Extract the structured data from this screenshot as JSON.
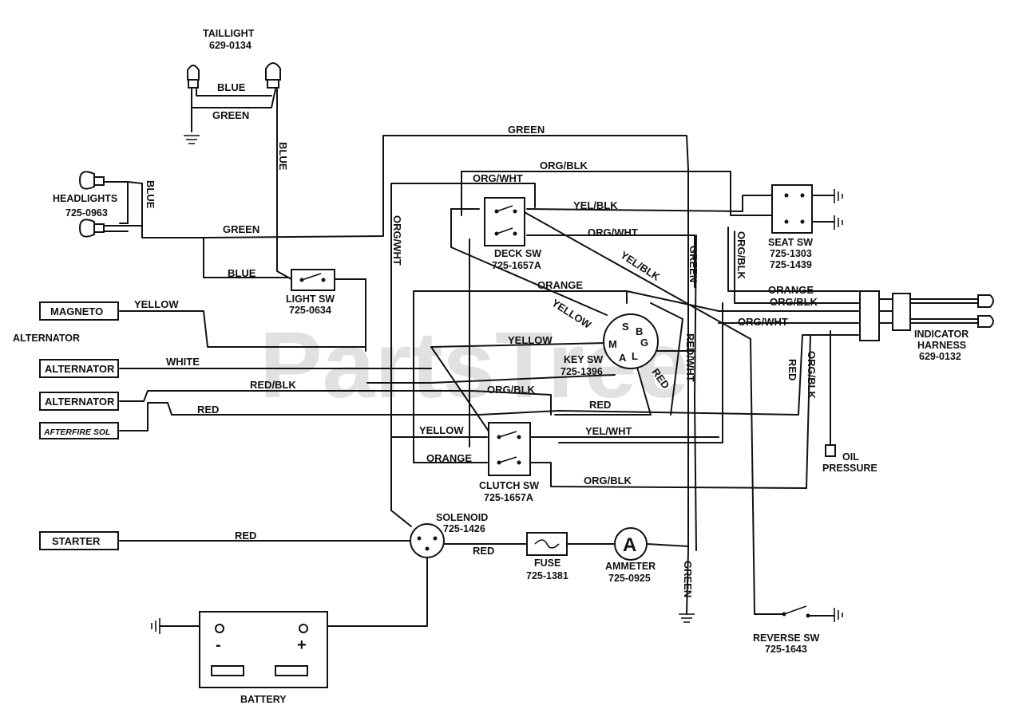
{
  "watermark": "PartsTree",
  "components": {
    "taillight": {
      "name": "TAILLIGHT",
      "pn": "629-0134"
    },
    "headlights": {
      "name": "HEADLIGHTS",
      "pn": "725-0963"
    },
    "light_sw": {
      "name": "LIGHT SW",
      "pn": "725-0634"
    },
    "deck_sw": {
      "name": "DECK SW",
      "pn": "725-1657A"
    },
    "key_sw": {
      "name": "KEY SW",
      "pn": "725-1396"
    },
    "clutch_sw": {
      "name": "CLUTCH SW",
      "pn": "725-1657A"
    },
    "seat_sw": {
      "name": "SEAT SW",
      "pn1": "725-1303",
      "pn2": "725-1439"
    },
    "indicator_harness": {
      "name1": "INDICATOR",
      "name2": "HARNESS",
      "pn": "629-0132"
    },
    "oil_pressure": {
      "name1": "OIL",
      "name2": "PRESSURE"
    },
    "solenoid": {
      "name": "SOLENOID",
      "pn": "725-1426"
    },
    "fuse": {
      "name": "FUSE",
      "pn": "725-1381"
    },
    "ammeter": {
      "name": "AMMETER",
      "pn": "725-0925",
      "symbol": "A"
    },
    "reverse_sw": {
      "name": "REVERSE SW",
      "pn": "725-1643"
    },
    "battery": {
      "name": "BATTERY",
      "neg": "-",
      "pos": "+"
    },
    "alternator_label": "ALTERNATOR"
  },
  "connectors": {
    "magneto": "MAGNETO",
    "alternator_white": "ALTERNATOR",
    "alternator_red": "ALTERNATOR",
    "afterfire": "AFTERFIRE SOL",
    "starter": "STARTER"
  },
  "key_terminals": {
    "s": "S",
    "b": "B",
    "m": "M",
    "g": "G",
    "a": "A",
    "l": "L"
  },
  "wires": {
    "blue": "BLUE",
    "green": "GREEN",
    "yellow": "YELLOW",
    "white": "WHITE",
    "red": "RED",
    "orange": "ORANGE",
    "red_blk": "RED/BLK",
    "org_blk": "ORG/BLK",
    "org_wht": "ORG/WHT",
    "yel_blk": "YEL/BLK",
    "yel_wht": "YEL/WHT",
    "red_wht": "RED/WHT"
  }
}
